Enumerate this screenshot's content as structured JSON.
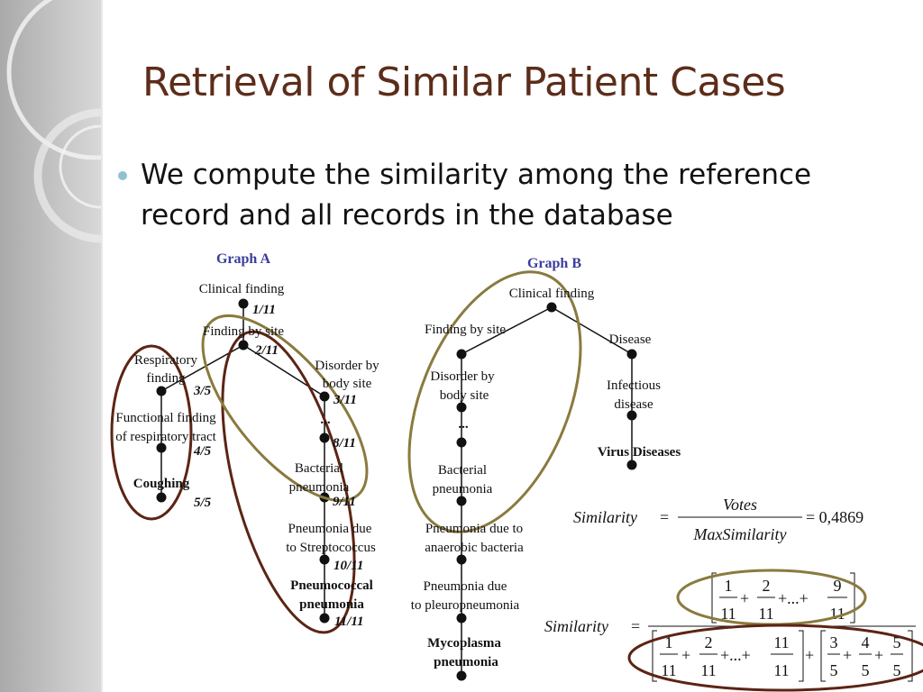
{
  "slide": {
    "title": "Retrieval of Similar Patient Cases",
    "bullet": "We compute the similarity among the reference record and all records in the database"
  },
  "colors": {
    "title": "#5c2d1a",
    "bullet": "#8fc2d0",
    "graph_label": "#3b3d9a",
    "ellipse_a": "#8a7a3e",
    "ellipse_b": "#5c2414"
  },
  "graph_a": {
    "label": "Graph A",
    "clinical": "Clinical finding",
    "finding_site": "Finding by site",
    "resp_1": "Respiratory",
    "resp_2": "finding",
    "disorder_1": "Disorder by",
    "disorder_2": "body site",
    "func_1": "Functional finding",
    "func_2": "of respiratory tract",
    "dots": "...",
    "bact_1": "Bacterial",
    "bact_2": "pneumonia",
    "coughing": "Coughing",
    "strep_1": "Pneumonia due",
    "strep_2": "to Streptococcus",
    "pneumo_1": "Pneumococcal",
    "pneumo_2": "pneumonia",
    "v_clinical": "1/11",
    "v_site": "2/11",
    "v_resp": "3/5",
    "v_disorder": "3/11",
    "v_func": "4/5",
    "v_dots": "8/11",
    "v_cough": "5/5",
    "v_bact": "9/11",
    "v_strep": "10/11",
    "v_pneumo": "11/11"
  },
  "graph_b": {
    "label": "Graph B",
    "clinical": "Clinical finding",
    "finding_site": "Finding by site",
    "disease": "Disease",
    "disorder_1": "Disorder by",
    "disorder_2": "body site",
    "infect_1": "Infectious",
    "infect_2": "disease",
    "dots": "...",
    "virus": "Virus Diseases",
    "bact_1": "Bacterial",
    "bact_2": "pneumonia",
    "anaer_1": "Pneumonia due to",
    "anaer_2": "anaerobic bacteria",
    "pleuro_1": "Pneumonia due",
    "pleuro_2": "to pleuropneumonia",
    "myco_1": "Mycoplasma",
    "myco_2": "pneumonia"
  },
  "formula_1": {
    "lhs": "Similarity",
    "eq": "=",
    "numerator": "Votes",
    "denominator": "MaxSimilarity",
    "result": "= 0,4869"
  },
  "formula_2": {
    "lhs": "Similarity",
    "eq": "=",
    "num_n1": "1",
    "num_d1": "11",
    "num_n2": "2",
    "num_d2": "11",
    "num_n3": "9",
    "num_d3": "11",
    "den_n1": "1",
    "den_d1": "11",
    "den_n2": "2",
    "den_d2": "11",
    "den_n3": "11",
    "den_d3": "11",
    "den_m1": "3",
    "den_m1d": "5",
    "den_m2": "4",
    "den_m2d": "5",
    "den_m3": "5",
    "den_m3d": "5",
    "plus": "+",
    "ellipsis_plus": "+...+"
  }
}
